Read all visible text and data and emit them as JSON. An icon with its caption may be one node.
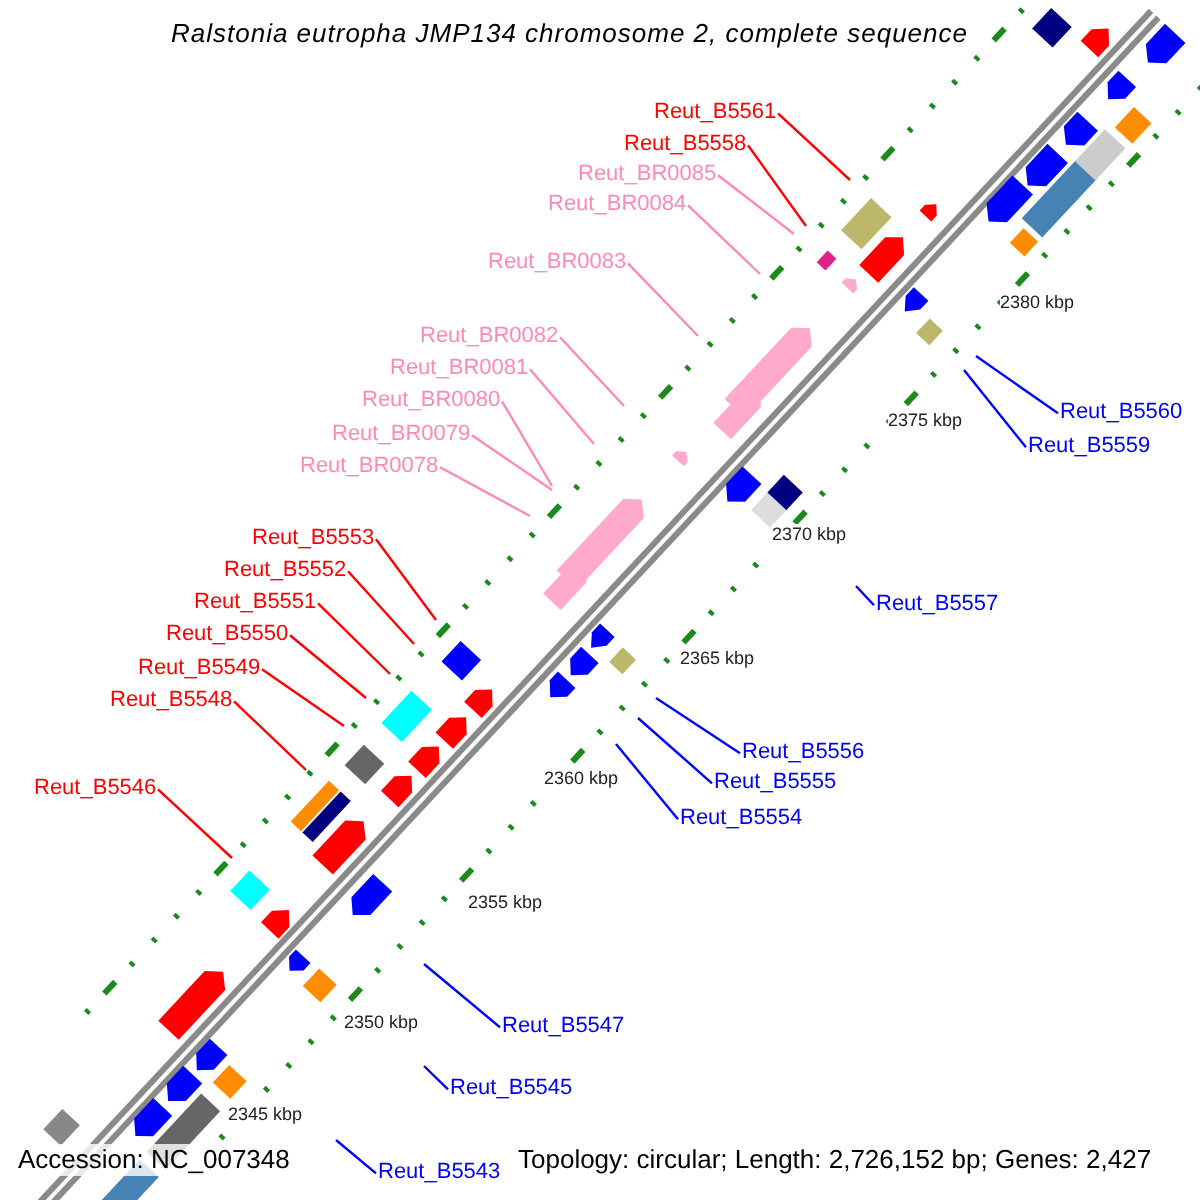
{
  "diagram": {
    "title": "Ralstonia eutropha JMP134 chromosome 2, complete sequence",
    "nodes": [
      {
        "text": [
          "Reut_B5561"
        ]
      },
      {
        "text": [
          "Reut_B5558"
        ]
      },
      {
        "text": [
          "Reut_BR0085"
        ]
      },
      {
        "text": [
          "Reut_BR0084"
        ]
      },
      {
        "text": [
          "Reut_BR0083"
        ]
      },
      {
        "text": [
          "Reut_BR0082"
        ]
      },
      {
        "text": [
          "Reut_BR0081"
        ]
      },
      {
        "text": [
          "Reut_BR0080"
        ]
      },
      {
        "text": [
          "Reut_BR0079"
        ]
      },
      {
        "text": [
          "Reut_BR0078"
        ]
      },
      {
        "text": [
          "Reut_B5553"
        ]
      },
      {
        "text": [
          "Reut_B5552"
        ]
      },
      {
        "text": [
          "Reut_B5551"
        ]
      },
      {
        "text": [
          "Reut_B5550"
        ]
      },
      {
        "text": [
          "Reut_B5549"
        ]
      },
      {
        "text": [
          "Reut_B5548"
        ]
      },
      {
        "text": [
          "Reut_B5546"
        ]
      },
      {
        "text": [
          "Reut_B5560"
        ]
      },
      {
        "text": [
          "Reut_B5559"
        ]
      },
      {
        "text": [
          "Reut_B5557"
        ]
      },
      {
        "text": [
          "Reut_B5556"
        ]
      },
      {
        "text": [
          "Reut_B5555"
        ]
      },
      {
        "text": [
          "Reut_B5554"
        ]
      },
      {
        "text": [
          "Reut_B5547"
        ]
      },
      {
        "text": [
          "Reut_B5545"
        ]
      },
      {
        "text": [
          "Reut_B5543"
        ]
      }
    ],
    "edges": [
      {
        "from": 0,
        "to": null,
        "arrow": "none",
        "color": "#ff0000"
      },
      {
        "from": 1,
        "to": null,
        "arrow": "none",
        "color": "#ff0000"
      },
      {
        "from": 2,
        "to": null,
        "arrow": "none",
        "color": "#ff88bb"
      },
      {
        "from": 3,
        "to": null,
        "arrow": "none",
        "color": "#ff88bb"
      },
      {
        "from": 4,
        "to": null,
        "arrow": "none",
        "color": "#ff88bb"
      },
      {
        "from": 5,
        "to": null,
        "arrow": "none",
        "color": "#ff88bb"
      },
      {
        "from": 6,
        "to": null,
        "arrow": "none",
        "color": "#ff88bb"
      },
      {
        "from": 7,
        "to": null,
        "arrow": "none",
        "color": "#ff88bb"
      },
      {
        "from": 8,
        "to": null,
        "arrow": "none",
        "color": "#ff88bb"
      },
      {
        "from": 9,
        "to": null,
        "arrow": "none",
        "color": "#ff88bb"
      },
      {
        "from": 10,
        "to": null,
        "arrow": "none",
        "color": "#ff0000"
      },
      {
        "from": 11,
        "to": null,
        "arrow": "none",
        "color": "#ff0000"
      },
      {
        "from": 12,
        "to": null,
        "arrow": "none",
        "color": "#ff0000"
      },
      {
        "from": 13,
        "to": null,
        "arrow": "none",
        "color": "#ff0000"
      },
      {
        "from": 14,
        "to": null,
        "arrow": "none",
        "color": "#ff0000"
      },
      {
        "from": 15,
        "to": null,
        "arrow": "none",
        "color": "#ff0000"
      },
      {
        "from": 16,
        "to": null,
        "arrow": "none",
        "color": "#ff0000"
      },
      {
        "from": 17,
        "to": null,
        "arrow": "none",
        "color": "#0000ff"
      },
      {
        "from": 18,
        "to": null,
        "arrow": "none",
        "color": "#0000ff"
      },
      {
        "from": 19,
        "to": null,
        "arrow": "none",
        "color": "#0000ff"
      },
      {
        "from": 20,
        "to": null,
        "arrow": "none",
        "color": "#0000ff"
      },
      {
        "from": 21,
        "to": null,
        "arrow": "none",
        "color": "#0000ff"
      },
      {
        "from": 22,
        "to": null,
        "arrow": "none",
        "color": "#0000ff"
      },
      {
        "from": 23,
        "to": null,
        "arrow": "none",
        "color": "#0000ff"
      },
      {
        "from": 24,
        "to": null,
        "arrow": "none",
        "color": "#0000ff"
      },
      {
        "from": 25,
        "to": null,
        "arrow": "none",
        "color": "#0000ff"
      }
    ],
    "labels": [
      "2380 kbp",
      "2375 kbp",
      "2370 kbp",
      "2365 kbp",
      "2360 kbp",
      "2355 kbp",
      "2350 kbp",
      "2345 kbp",
      "Accession: NC_007348",
      "Topology: circular; Length: 2,726,152 bp; Genes: 2,427"
    ]
  }
}
